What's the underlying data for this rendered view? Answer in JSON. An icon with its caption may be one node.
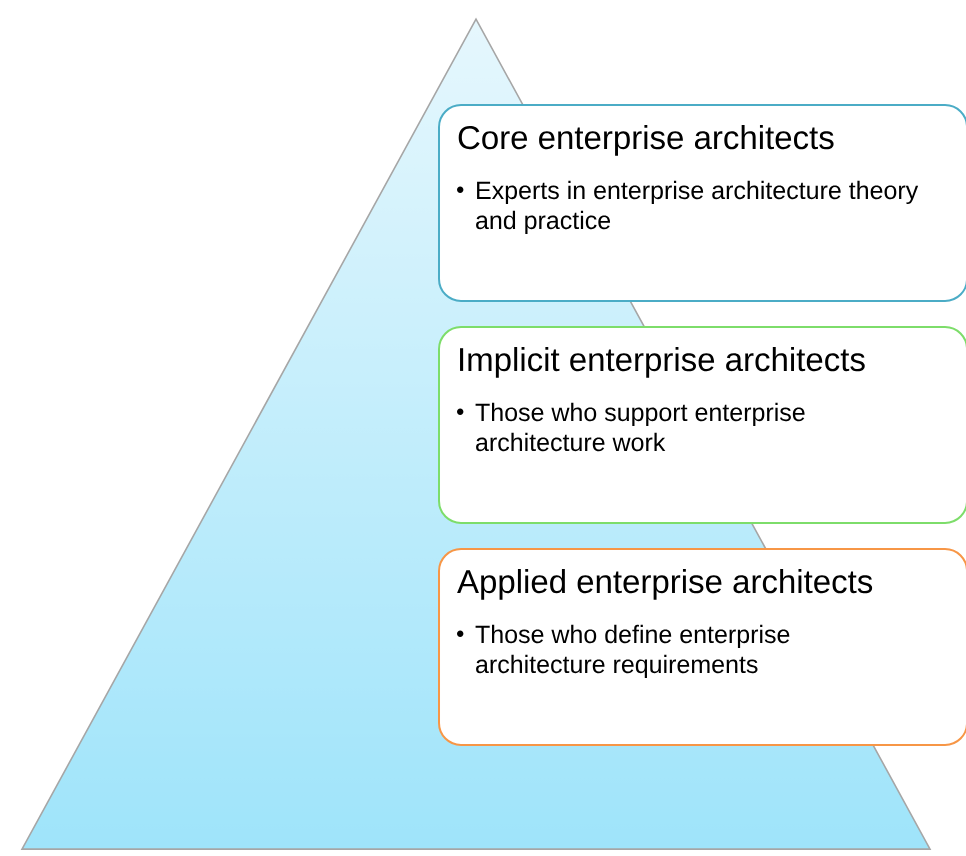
{
  "diagram": {
    "nodes": [
      {
        "text": [],
        "shape": "triangle"
      },
      {
        "text": [
          "Core enterprise architects",
          "Experts in enterprise architecture theory and practice"
        ]
      },
      {
        "text": [
          "Implicit enterprise architects",
          "Those who support enterprise architecture work"
        ]
      },
      {
        "text": [
          "Applied enterprise architects",
          "Those who define enterprise architecture requirements"
        ]
      }
    ]
  }
}
